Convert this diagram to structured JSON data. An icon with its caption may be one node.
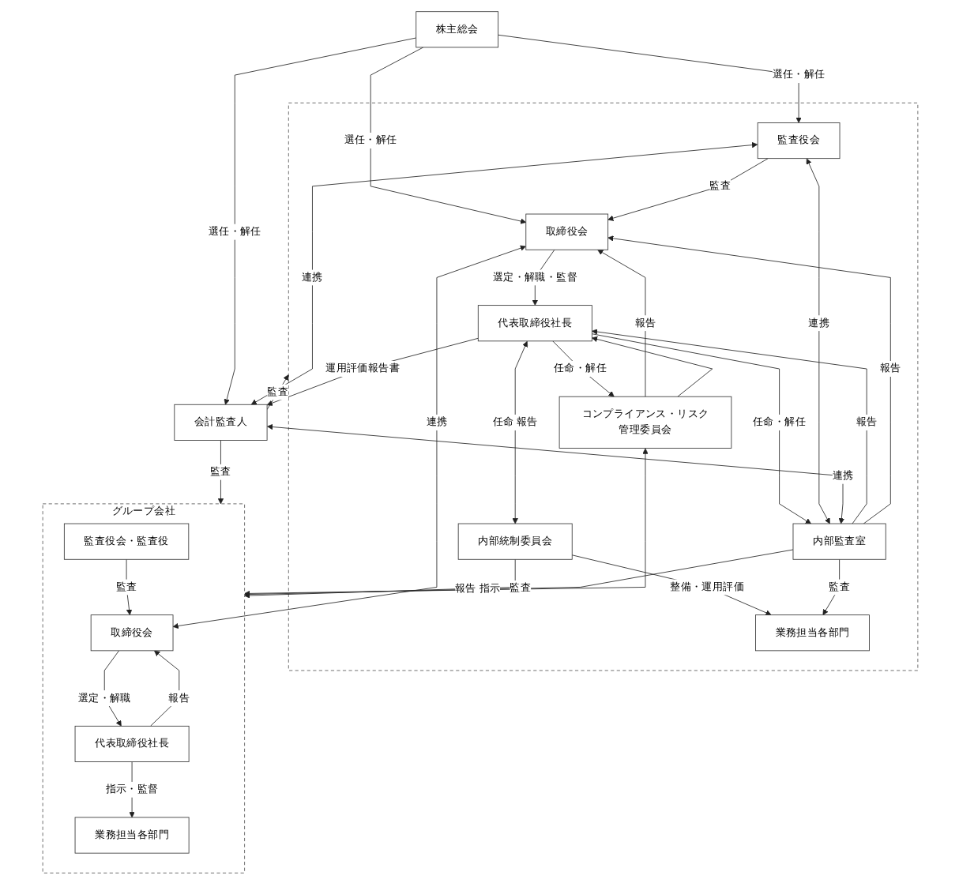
{
  "diagram": {
    "nodes": [
      {
        "text": [
          "株主総会"
        ]
      },
      {
        "text": [],
        "shape": "box"
      },
      {
        "text": [
          "取締役会"
        ],
        "in": 1
      },
      {
        "text": [
          "監査役会"
        ],
        "in": 1
      },
      {
        "text": [
          "会計監査人"
        ]
      },
      {
        "text": [
          "代表取締役社長"
        ],
        "in": 1
      },
      {
        "text": [
          "内部統制委員会"
        ],
        "in": 1
      },
      {
        "text": [
          "コンプライアンス・リスク管理委員会"
        ],
        "in": 1
      },
      {
        "text": [
          "内部監査室"
        ],
        "in": 1
      },
      {
        "text": [
          "業務担当各部門"
        ],
        "in": 1
      },
      {
        "text": [
          "グループ会社"
        ]
      },
      {
        "text": [
          "取締役会"
        ],
        "in": 10
      },
      {
        "text": [
          "監査役会・監査役"
        ],
        "in": 10
      },
      {
        "text": [
          "代表取締役社長"
        ],
        "in": 10
      },
      {
        "text": [
          "業務担当各部門"
        ],
        "in": 10
      }
    ],
    "edges": [
      {
        "from": 0,
        "to": 2,
        "arrow": "to",
        "label": "選任・解任"
      },
      {
        "from": 0,
        "to": 3,
        "arrow": "to",
        "label": "選任・解任"
      },
      {
        "from": 0,
        "to": 4,
        "arrow": "to",
        "label": "選任・解任"
      },
      {
        "from": 3,
        "to": 2,
        "arrow": "to",
        "label": "監査"
      },
      {
        "from": 3,
        "to": 4,
        "arrow": "both",
        "label": "連携"
      },
      {
        "from": 2,
        "to": 5,
        "arrow": "to",
        "label": "選定・解職・監督"
      },
      {
        "from": 5,
        "to": 6,
        "arrow": "both",
        "label": "任命 報告"
      },
      {
        "from": 5,
        "to": 4,
        "arrow": "to",
        "label": "運用評価報告書"
      },
      {
        "from": 5,
        "to": 7,
        "arrow": "to",
        "label": "任命・解任"
      },
      {
        "from": 5,
        "to": 8,
        "arrow": "to",
        "label": "任命・解任"
      },
      {
        "from": 8,
        "to": 5,
        "arrow": "to",
        "label": "報告"
      },
      {
        "from": 7,
        "to": 2,
        "arrow": "to",
        "label": "報告"
      },
      {
        "from": 7,
        "to": 5,
        "arrow": "to"
      },
      {
        "from": 8,
        "to": 2,
        "arrow": "to",
        "label": "報告"
      },
      {
        "from": 3,
        "to": 8,
        "arrow": "both",
        "label": "連携"
      },
      {
        "from": 6,
        "to": 9,
        "arrow": "to",
        "label": "整備・運用評価"
      },
      {
        "from": 6,
        "to": 10,
        "arrow": "to"
      },
      {
        "from": 4,
        "to": 1,
        "arrow": "to",
        "label": "監査"
      },
      {
        "from": 4,
        "to": 10,
        "arrow": "to",
        "label": "監査"
      },
      {
        "from": 4,
        "to": 8,
        "arrow": "both",
        "label": "連携"
      },
      {
        "from": 8,
        "to": 9,
        "arrow": "to",
        "label": "監査"
      },
      {
        "from": 8,
        "to": 10,
        "arrow": "to",
        "label": "監査"
      },
      {
        "from": 7,
        "to": 10,
        "arrow": "both",
        "label": "報告 指示"
      },
      {
        "from": 2,
        "to": 11,
        "arrow": "both",
        "label": "連携"
      },
      {
        "from": 12,
        "to": 11,
        "arrow": "to",
        "label": "監査"
      },
      {
        "from": 11,
        "to": 13,
        "arrow": "to",
        "label": "選定・解職"
      },
      {
        "from": 13,
        "to": 11,
        "arrow": "to",
        "label": "報告"
      },
      {
        "from": 13,
        "to": 14,
        "arrow": "to",
        "label": "指示・監督"
      }
    ]
  }
}
